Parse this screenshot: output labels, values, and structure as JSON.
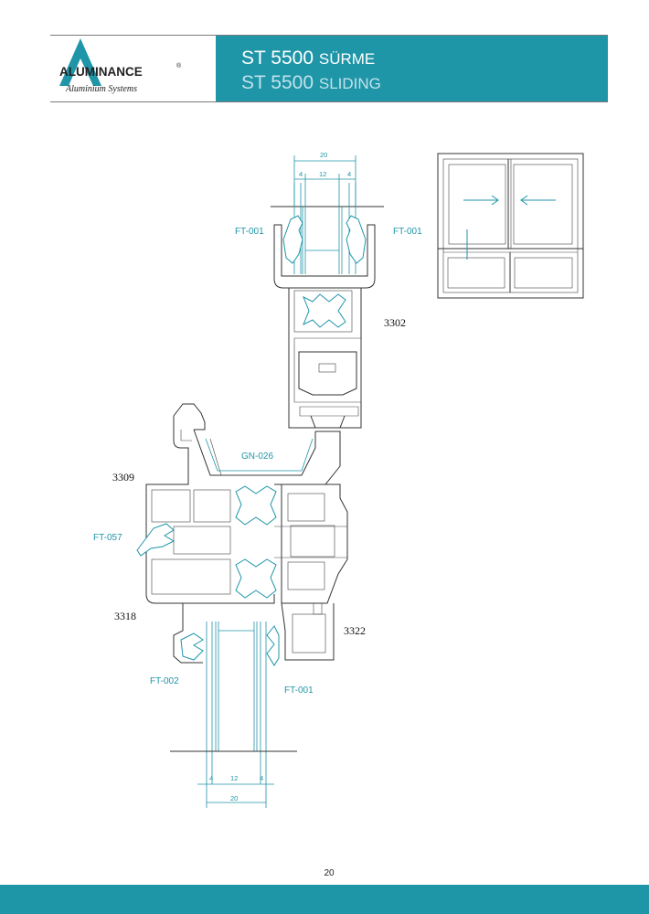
{
  "header": {
    "brand": "ALUMINANCE",
    "brand_mark": "®",
    "tagline": "Aluminium Systems",
    "title_tr_main": "ST 5500",
    "title_tr_sub": "SÜRME",
    "title_en_main": "ST 5500",
    "title_en_sub": "SLIDING"
  },
  "labels": {
    "gasket_top_left": "FT-001",
    "gasket_top_right": "FT-001",
    "profile_sash": "3302",
    "glazing_bead": "GN-026",
    "profile_frame": "3309",
    "gasket_side": "FT-057",
    "profile_lower": "3318",
    "profile_right": "3322",
    "gasket_bottom_left": "FT-002",
    "gasket_bottom_right": "FT-001"
  },
  "dimensions": {
    "top_total": "20",
    "top_left": "4",
    "top_mid": "12",
    "top_right": "4",
    "bottom_left": "4",
    "bottom_mid": "12",
    "bottom_right": "4",
    "bottom_total": "20"
  },
  "footer": {
    "page_number": "20"
  },
  "colors": {
    "accent": "#1f95a8",
    "accent_light": "#bfe3ea",
    "line": "#333333"
  }
}
